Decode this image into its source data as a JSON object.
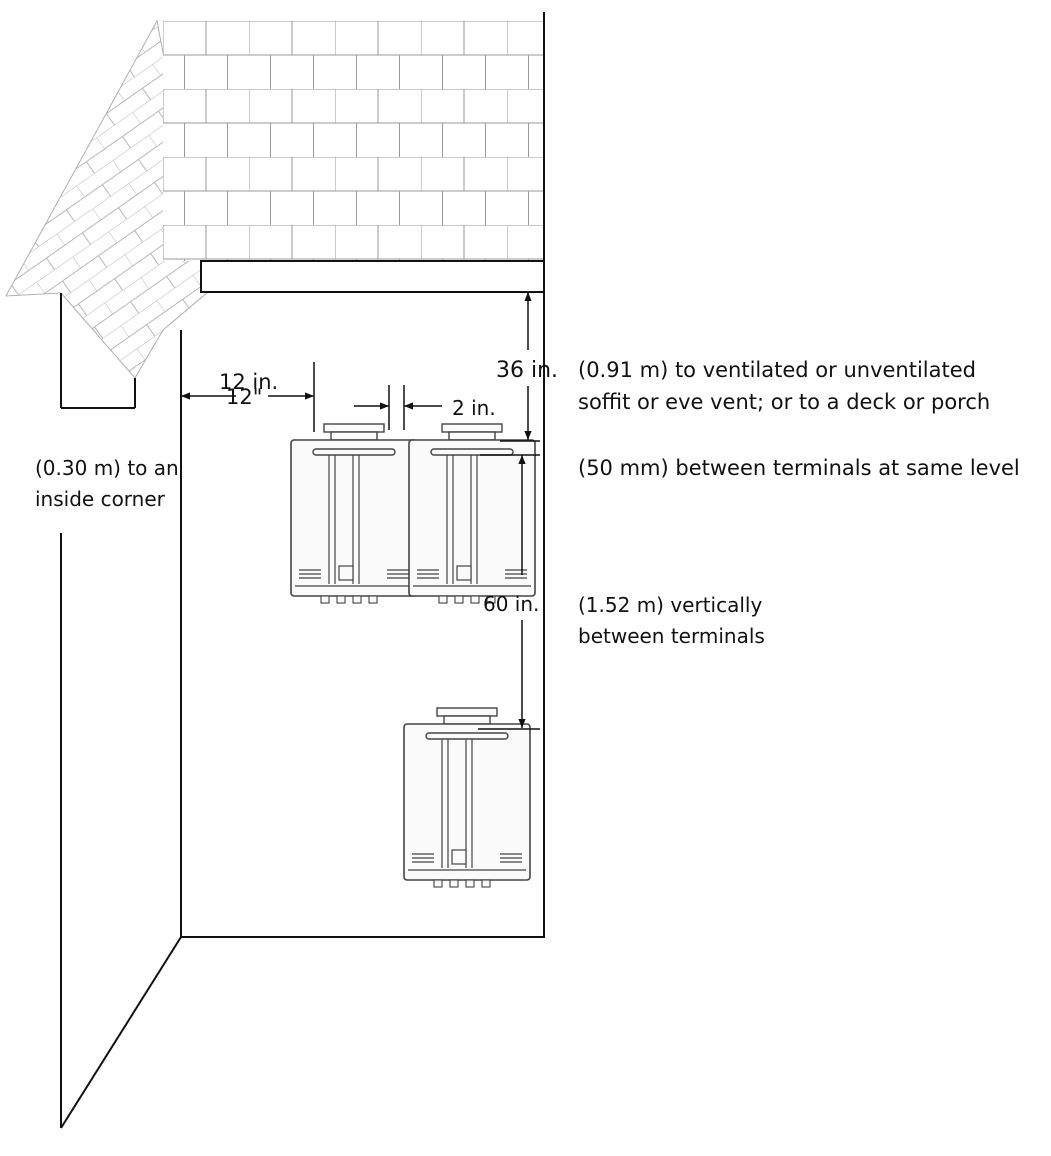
{
  "diagram": {
    "colors": {
      "line": "#111111",
      "brick": "#9a9a9a",
      "brick_side": "#b8b8b8",
      "heater_line": "#444444",
      "heater_fill": "#fafafa"
    },
    "icons": {
      "water_heater": "tankless-water-heater-icon",
      "brick_wall": "brick-wall-pattern"
    },
    "labels": {
      "corner_dim_a": "12 in.",
      "corner_dim_b": "12\"",
      "corner_desc_line1": "(0.30 m) to an",
      "corner_desc_line2": "inside corner",
      "gap_dim": "2 in.",
      "gap_desc": "(50 mm) between terminals at same level",
      "soffit_dim": "36 in.",
      "soffit_desc_line1": "(0.91 m) to ventilated or unventilated",
      "soffit_desc_line2": "soffit or eve vent; or to a deck or porch",
      "vertical_dim": "60 in.",
      "vertical_desc_line1": "(1.52 m) vertically",
      "vertical_desc_line2": "between terminals"
    }
  }
}
